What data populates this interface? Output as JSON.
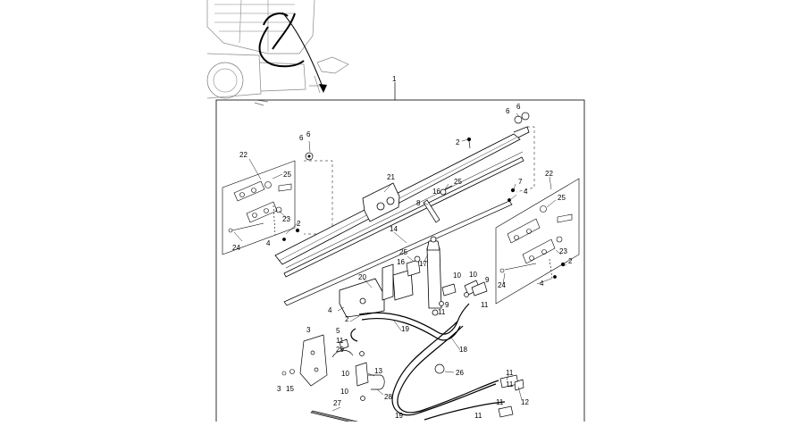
{
  "diagram": {
    "title_ref": "1",
    "callouts": {
      "c1": "1",
      "c2a": "2",
      "c2b": "2",
      "c2c": "2",
      "c2d": "2",
      "c3a": "3",
      "c3b": "3",
      "c4a": "4",
      "c4b": "4",
      "c4c": "4",
      "c4d": "4",
      "c5": "5",
      "c6a": "6",
      "c6b": "6",
      "c6c": "6",
      "c6d": "6",
      "c7": "7",
      "c8": "8",
      "c9a": "9",
      "c9b": "9",
      "c10a": "10",
      "c10b": "10",
      "c10c": "10",
      "c10d": "10",
      "c11a": "11",
      "c11b": "11",
      "c11c": "11",
      "c11d": "11",
      "c11e": "11",
      "c11f": "11",
      "c11g": "11",
      "c12": "12",
      "c13": "13",
      "c14": "14",
      "c15": "15",
      "c16a": "16",
      "c16b": "16",
      "c17": "17",
      "c18": "18",
      "c19a": "19",
      "c19b": "19",
      "c20": "20",
      "c21": "21",
      "c22a": "22",
      "c22b": "22",
      "c23a": "23",
      "c23b": "23",
      "c24a": "24",
      "c24b": "24",
      "c25a": "25",
      "c25b": "25",
      "c25c": "25",
      "c25d": "25",
      "c26": "26",
      "c27": "27",
      "c28": "28",
      "c29": "29"
    }
  }
}
